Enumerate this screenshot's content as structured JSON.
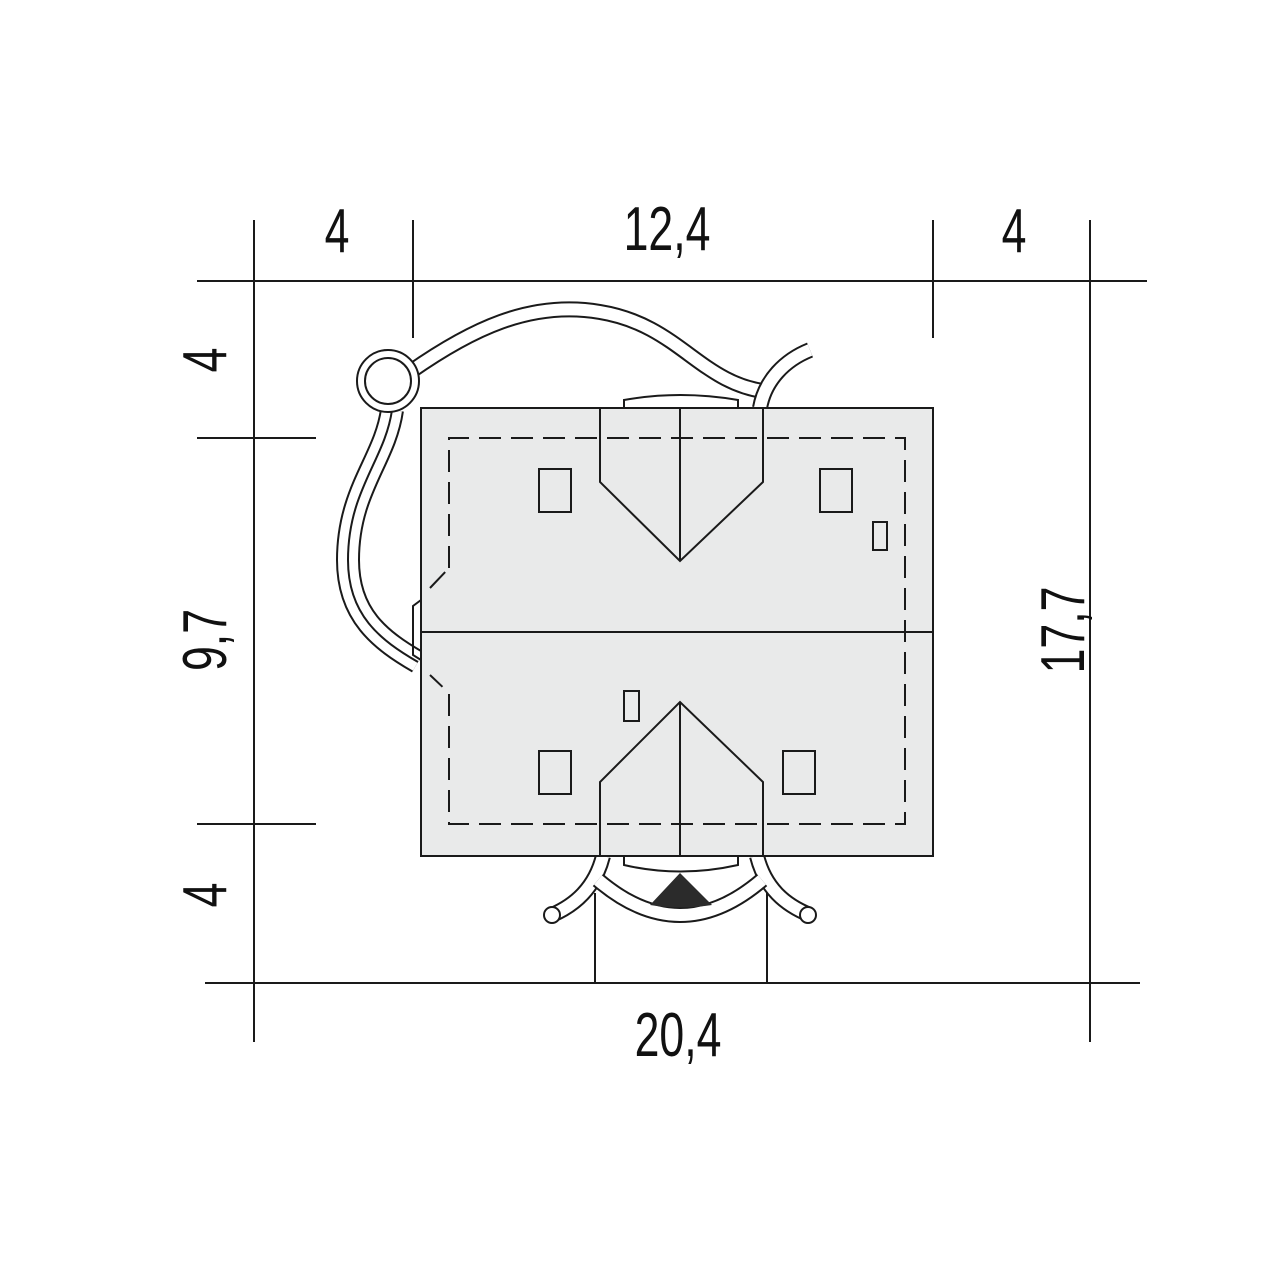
{
  "title": "Site plan with plot dimensions",
  "dimensions": {
    "top_left": "4",
    "top_middle": "12,4",
    "top_right": "4",
    "bottom_total": "20,4",
    "left_top": "4",
    "left_middle": "9,7",
    "left_bottom": "4",
    "right_total": "17,7"
  },
  "colors": {
    "roof_fill": "#e9eaea",
    "line": "#1a1a1a",
    "entrance_marker": "#2b2b2b"
  }
}
